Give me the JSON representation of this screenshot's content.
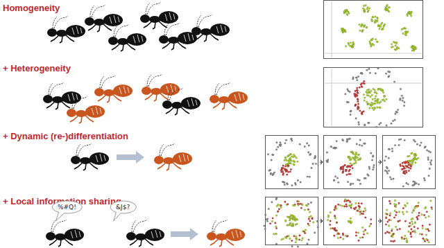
{
  "diagram": {
    "nodes": [
      {
        "text": [
          "%#Q!"
        ]
      },
      {
        "text": [
          "&J$?"
        ]
      }
    ],
    "labels": [
      "Homogeneity",
      "+ Heterogeneity",
      "+ Dynamic (re-)differentiation",
      "+ Local information sharing"
    ]
  }
}
